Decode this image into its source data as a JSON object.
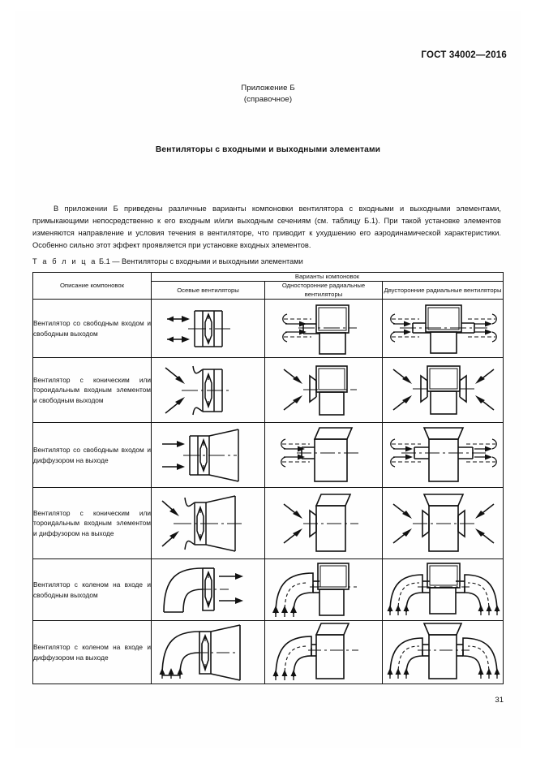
{
  "document": {
    "standard_header": "ГОСТ 34002—2016",
    "page_number": "31",
    "appendix_label": "Приложение Б",
    "appendix_type": "(справочное)",
    "title": "Вентиляторы с входными и выходными элементами",
    "intro_paragraph": "В приложении Б приведены различные варианты компоновки вентилятора с входными и выходными элементами, примыкающими непосредственно к его входным и/или выходным сечениям (см. таблицу Б.1). При такой установке элементов изменяются направление и условия течения в вентиляторе, что приводит к ухудшению его аэродинамической характеристики. Особенно сильно этот эффект проявляется при установке входных элементов."
  },
  "table": {
    "caption_prefix": "Т а б л и ц а",
    "caption_number": "Б.1",
    "caption_dash": "—",
    "caption_text": "Вентиляторы с входными и выходными элементами",
    "headers": {
      "description": "Описание компоновок",
      "group": "Варианты компоновок",
      "col_axial": "Осевые вентиляторы",
      "col_single": "Односторонние радиальные вентиляторы",
      "col_double": "Двусторонние радиальные вентиляторы"
    },
    "rows": [
      {
        "description": "Вентилятор со свободным входом и свободным вы­ходом"
      },
      {
        "description": "Вентилятор с коническим или тороидальным вход­ным элементом и свобод­ным выходом"
      },
      {
        "description": "Вентилятор со свободным входом и диффузором на выходе"
      },
      {
        "description": "Вентилятор с коническим или тороидальным вход­ным элементом и диффу­зором на выходе"
      },
      {
        "description": "Вентилятор с коленом на входе и свободным вы­ходом"
      },
      {
        "description": "Вентилятор с коленом на входе и диффузором на выходе"
      }
    ]
  },
  "colors": {
    "ink": "#111111",
    "paper": "#ffffff",
    "border": "#111111"
  }
}
